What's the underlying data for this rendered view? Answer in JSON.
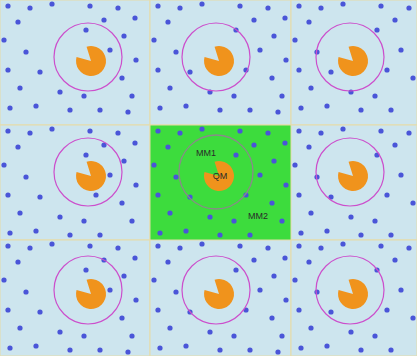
{
  "diagram": {
    "nodes": [
      {
        "text": [
          "MM2"
        ]
      },
      {
        "text": [
          "MM1"
        ],
        "in": 0
      },
      {
        "text": [
          "QM"
        ],
        "in": 1
      }
    ]
  }
}
